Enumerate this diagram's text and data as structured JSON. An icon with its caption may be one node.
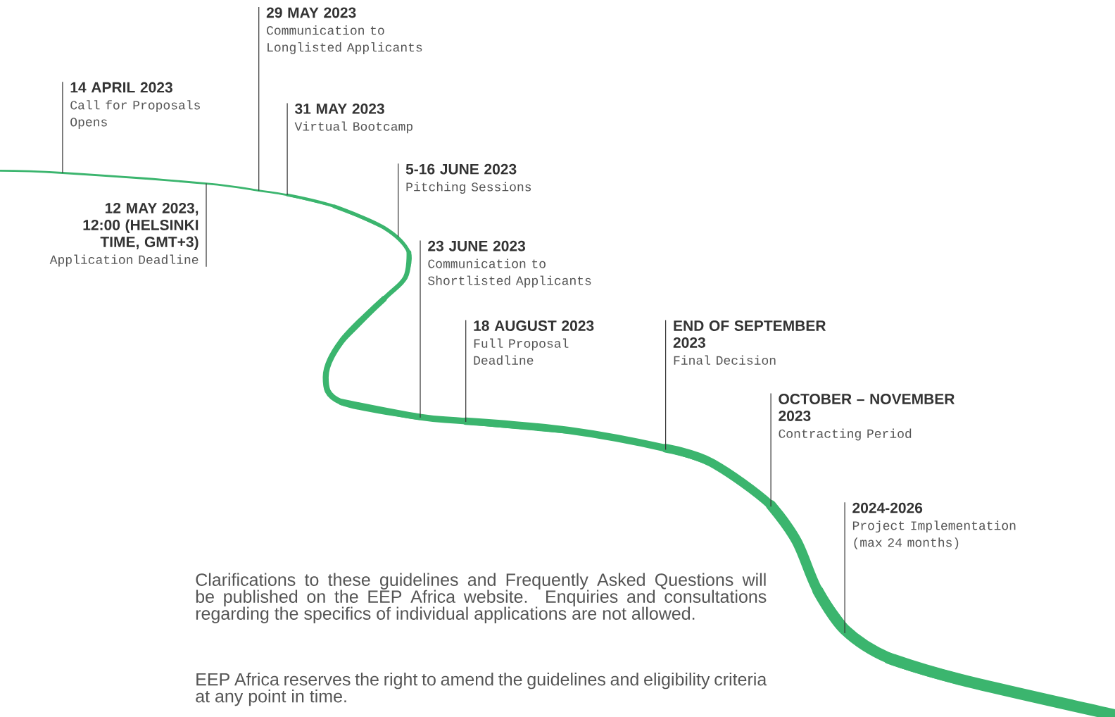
{
  "diagram": {
    "nodes": [
      {
        "text": [
          "14 APRIL 2023",
          "Call for Proposals Opens"
        ]
      },
      {
        "text": [
          "12 MAY 2023, 12:00 (HELSINKI TIME, GMT+3)",
          "Application Deadline"
        ]
      },
      {
        "text": [
          "29 MAY 2023",
          "Communication to Longlisted Applicants"
        ]
      },
      {
        "text": [
          "31 MAY 2023",
          "Virtual Bootcamp"
        ]
      },
      {
        "text": [
          "5-16 JUNE 2023",
          "Pitching Sessions"
        ]
      },
      {
        "text": [
          "23 JUNE 2023",
          "Communication to Shortlisted Applicants"
        ]
      },
      {
        "text": [
          "18 AUGUST 2023",
          "Full Proposal Deadline"
        ]
      },
      {
        "text": [
          "END OF SEPTEMBER 2023",
          "Final Decision"
        ]
      },
      {
        "text": [
          "OCTOBER – NOVEMBER 2023",
          "Contracting Period"
        ]
      },
      {
        "text": [
          "2024-2026",
          "Project Implementation (max 24 months)"
        ]
      }
    ],
    "edges": [
      {
        "from": 0,
        "to": null,
        "arrow": "none"
      },
      {
        "from": 1,
        "to": null,
        "arrow": "none"
      },
      {
        "from": 2,
        "to": null,
        "arrow": "none"
      },
      {
        "from": 3,
        "to": null,
        "arrow": "none"
      },
      {
        "from": 4,
        "to": null,
        "arrow": "none"
      },
      {
        "from": 5,
        "to": null,
        "arrow": "none"
      },
      {
        "from": 6,
        "to": null,
        "arrow": "none"
      },
      {
        "from": 7,
        "to": null,
        "arrow": "none"
      },
      {
        "from": 8,
        "to": null,
        "arrow": "none"
      },
      {
        "from": 9,
        "to": null,
        "arrow": "none"
      }
    ],
    "labels": [
      "Clarifications to these guidelines and Frequently Asked Questions will be published on the EEP Africa website. Enquiries and consultations regarding the specifics of individual applications are not allowed.",
      "EEP Africa reserves the right to amend the guidelines and eligibility criteria at any point in time."
    ]
  }
}
